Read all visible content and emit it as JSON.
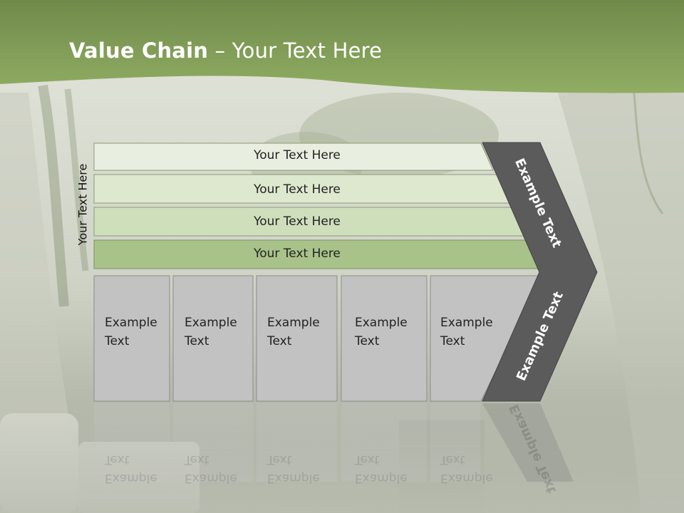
{
  "title": {
    "bold": "Value Chain",
    "rest": " – Your Text Here"
  },
  "side_label": "Your Text Here",
  "bands": [
    "Your Text Here",
    "Your Text Here",
    "Your Text Here",
    "Your Text Here"
  ],
  "boxes": [
    "Example\nText",
    "Example\nText",
    "Example\nText",
    "Example\nText",
    "Example\nText"
  ],
  "chevron": {
    "upper": "Example Text",
    "lower": "Example Text"
  },
  "colors": {
    "header_green": "#8aa65e",
    "band_light": "#e6eedc",
    "band_dark": "#a9c38a",
    "box_gray": "#c2c2c2",
    "chevron": "#5b5b5b"
  }
}
